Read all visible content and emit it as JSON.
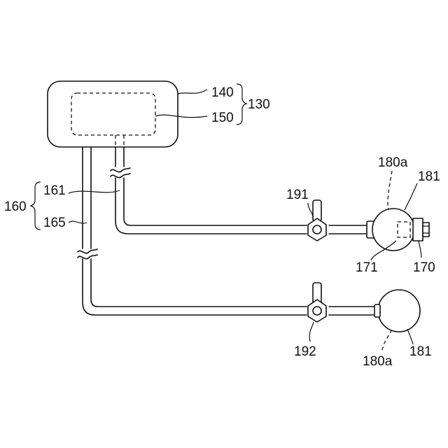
{
  "labels": {
    "l140": "140",
    "l150": "150",
    "l130": "130",
    "l160": "160",
    "l161": "161",
    "l165": "165",
    "l191": "191",
    "l192": "192",
    "l180a_top": "180a",
    "l181_top": "181",
    "l171": "171",
    "l170": "170",
    "l180a_bottom": "180a",
    "l181_bottom": "181"
  }
}
